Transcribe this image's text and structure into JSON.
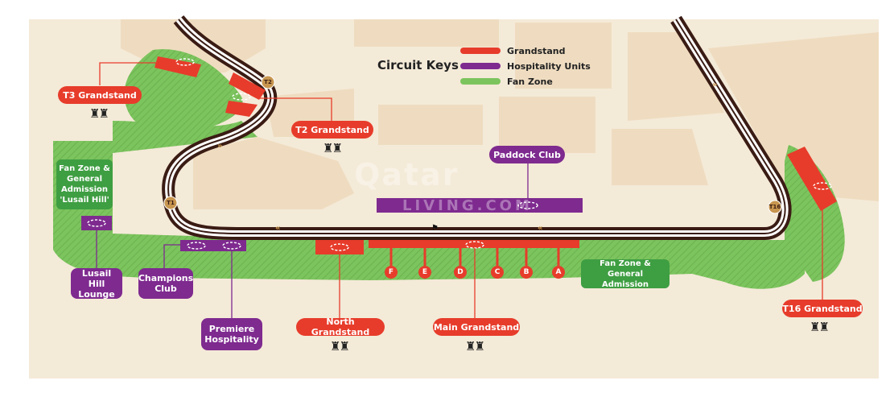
{
  "legend": {
    "title": "Circuit Keys",
    "items": [
      {
        "label": "Grandstand",
        "color": "#e73c2b"
      },
      {
        "label": "Hospitality Units",
        "color": "#7e2a8f"
      },
      {
        "label": "Fan Zone",
        "color": "#7cc45e"
      }
    ]
  },
  "turns": [
    "T1",
    "T2",
    "T16"
  ],
  "labels": {
    "t3": "T3 Grandstand",
    "t2": "T2 Grandstand",
    "t16": "T16 Grandstand",
    "north": "North Grandstand",
    "main": "Main Grandstand",
    "paddock": "Paddock Club",
    "lusail_lounge": "Lusail Hill Lounge",
    "champions": "Champions Club",
    "premiere": "Premiere Hospitality",
    "fan_zone_hill": "Fan Zone & General Admission 'Lusail Hill'",
    "fan_zone_ga": "Fan Zone & General Admission"
  },
  "gates": [
    "F",
    "E",
    "D",
    "C",
    "B",
    "A"
  ],
  "watermark": {
    "line1": "Qatar",
    "line2": "LIVING.COM"
  },
  "icons": {
    "seat": "seat-icon",
    "flag": "checkered-flag-icon",
    "chevron": "chevron-left-icon"
  }
}
